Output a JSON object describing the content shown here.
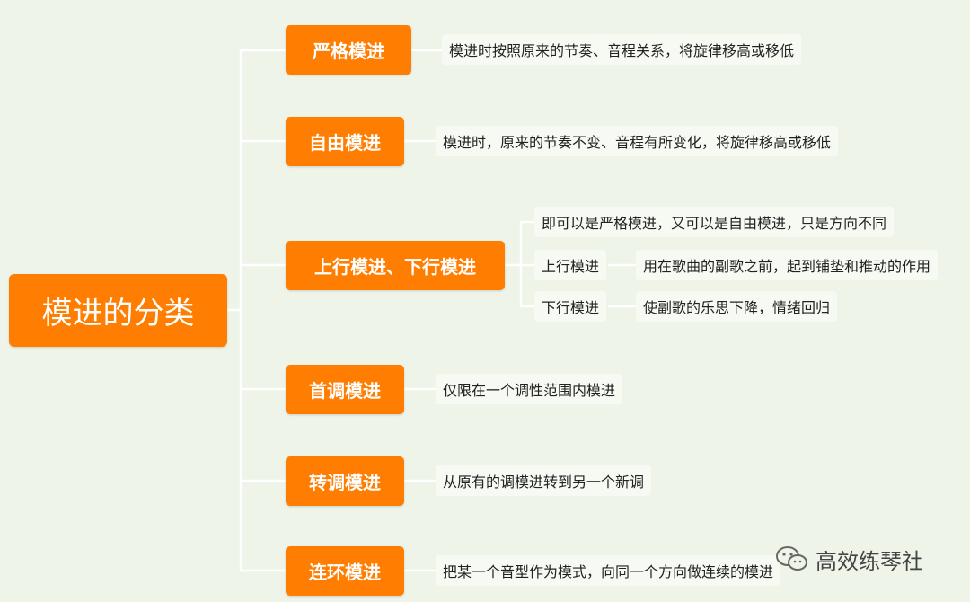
{
  "root": {
    "label": "模进的分类"
  },
  "topics": [
    {
      "label": "严格模进",
      "note": "模进时按照原来的节奏、音程关系，将旋律移高或移低"
    },
    {
      "label": "自由模进",
      "note": "模进时，原来的节奏不变、音程有所变化，将旋律移高或移低"
    },
    {
      "label": "上行模进、下行模进",
      "note": "即可以是严格模进，又可以是自由模进，只是方向不同",
      "children": [
        {
          "label": "上行模进",
          "note": "用在歌曲的副歌之前，起到铺垫和推动的作用"
        },
        {
          "label": "下行模进",
          "note": "使副歌的乐思下降，情绪回归"
        }
      ]
    },
    {
      "label": "首调模进",
      "note": "仅限在一个调性范围内模进"
    },
    {
      "label": "转调模进",
      "note": "从原有的调模进转到另一个新调"
    },
    {
      "label": "连环模进",
      "note": "把某一个音型作为模式，向同一个方向做连续的模进"
    }
  ],
  "watermark": {
    "text": "高效练琴社",
    "icon": "wechat-icon"
  },
  "colors": {
    "topic": "#ff7d00",
    "background": "#eef4e8",
    "line": "#ffffff"
  }
}
